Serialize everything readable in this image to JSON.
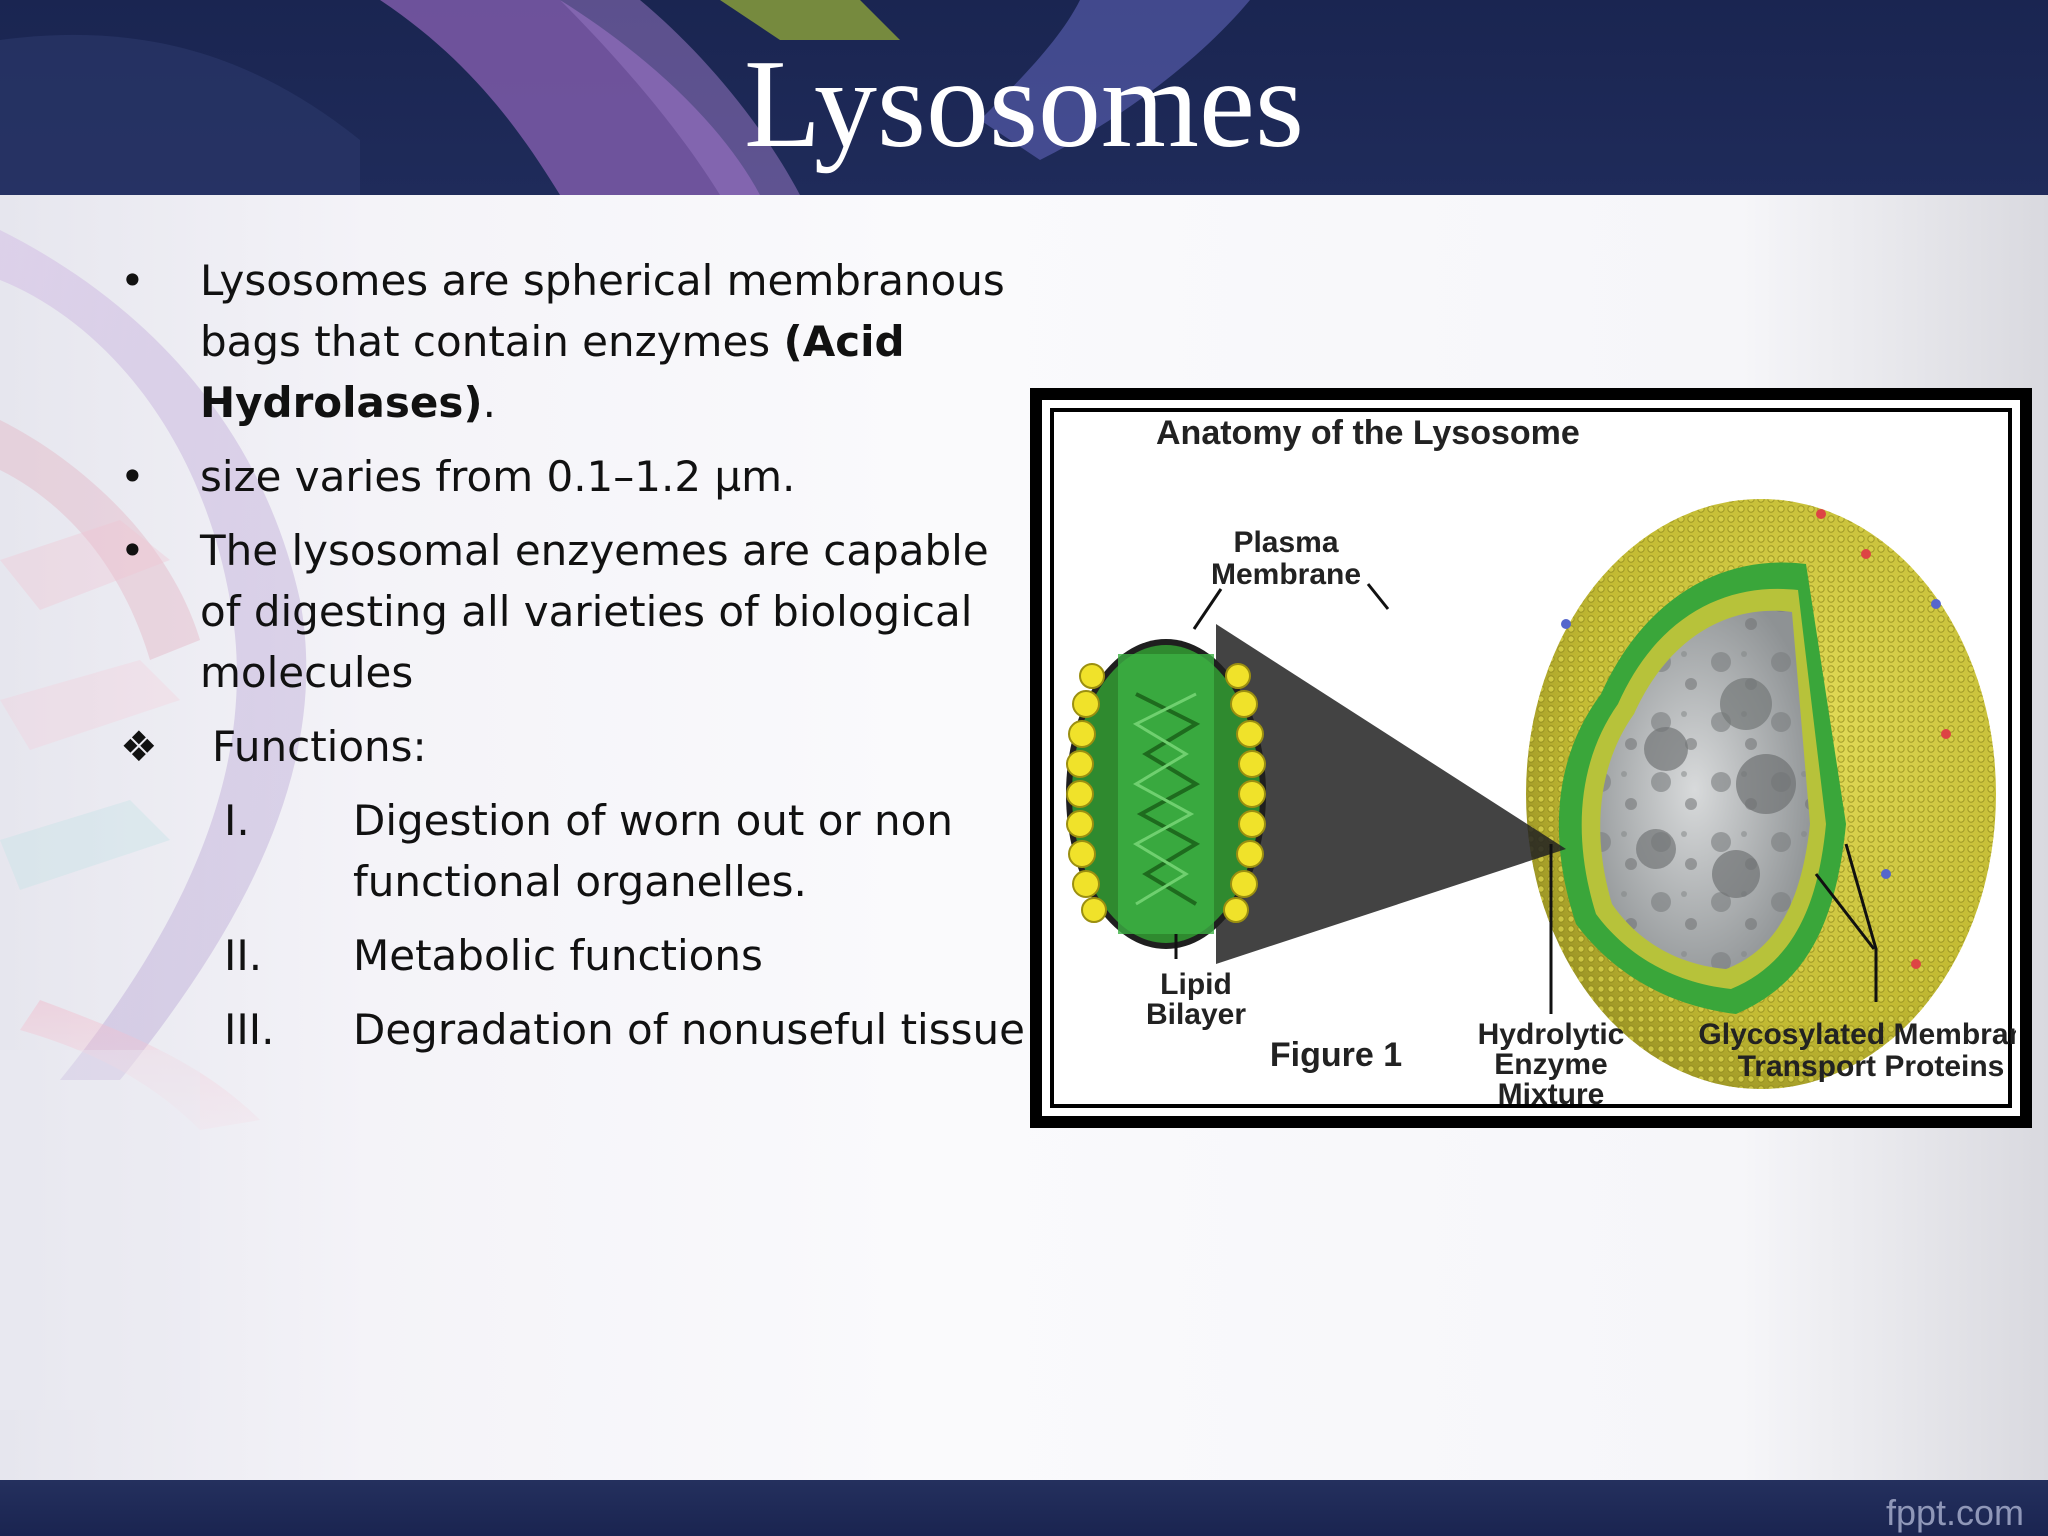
{
  "slide": {
    "title": "Lysosomes",
    "bullets": [
      {
        "pre": "Lysosomes are spherical membranous bags  that contain enzymes ",
        "bold": "(Acid Hydrolases)",
        "post": "."
      },
      {
        "text": "size varies from 0.1–1.2 µm."
      },
      {
        "text": "The lysosomal enzyemes are capable of digesting all varieties of biological molecules"
      }
    ],
    "functions_heading": "Functions:",
    "functions": [
      {
        "num": "I.",
        "text": "Digestion of worn out or non functional organelles."
      },
      {
        "num": "II.",
        "text": "Metabolic functions"
      },
      {
        "num": "III.",
        "text": "Degradation of nonuseful tissue"
      }
    ],
    "bullet_glyph": "•",
    "diamond_glyph": "❖",
    "footer": "fppt.com"
  },
  "figure": {
    "title": "Anatomy of the Lysosome",
    "labels": {
      "plasma_line1": "Plasma",
      "plasma_line2": "Membrane",
      "lipid_line1": "Lipid",
      "lipid_line2": "Bilayer",
      "caption": "Figure 1",
      "hydro_line1": "Hydrolytic",
      "hydro_line2": "Enzyme",
      "hydro_line3": "Mixture",
      "glyco_line1": "Glycosylated Membrane",
      "glyco_line2": "Transport Proteins"
    }
  },
  "colors": {
    "band": "#1b2650",
    "title_text": "#ffffff",
    "membrane_yellow": "#c9c23a",
    "membrane_green": "#3aa63a",
    "lumen_gray": "#b9bcbd"
  }
}
